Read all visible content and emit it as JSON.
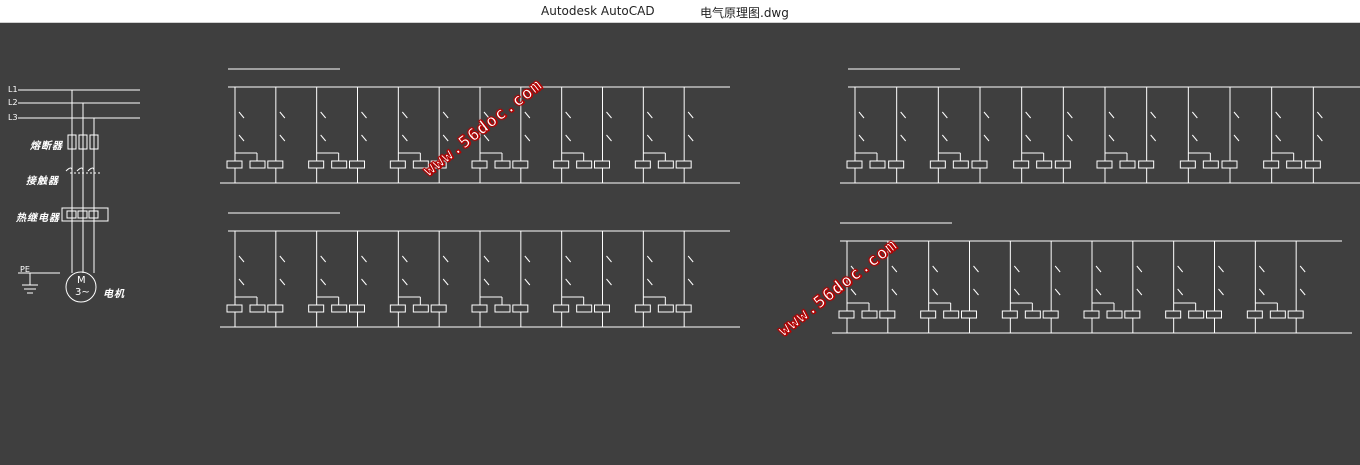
{
  "window": {
    "app_name": "Autodesk AutoCAD",
    "document_title": "电气原理图.dwg"
  },
  "drawing": {
    "lines": [
      "L1",
      "L2",
      "L3"
    ],
    "component_labels": {
      "fuse": "熔断器",
      "contactor": "接触器",
      "thermal_relay": "热继电器",
      "motor": "电机",
      "pe": "PE",
      "motor_symbol_top": "M",
      "motor_symbol_bottom": "3~"
    },
    "watermark": "www.56doc.com"
  },
  "colors": {
    "background": "#3f3f3f",
    "lines": "#ffffff",
    "watermark_stroke": "#b00000"
  }
}
